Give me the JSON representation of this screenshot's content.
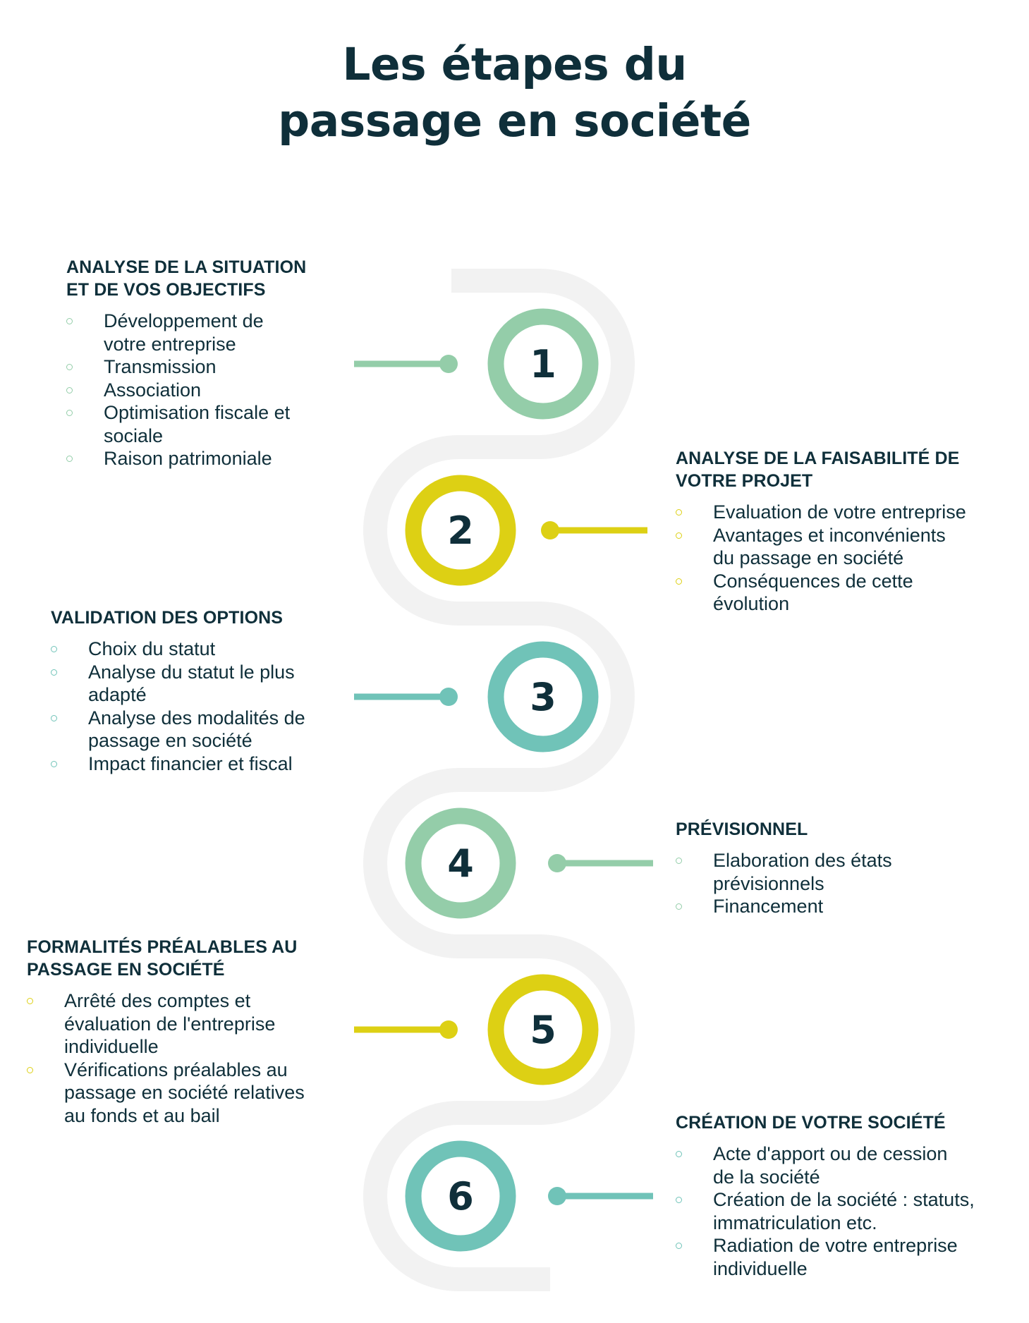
{
  "title_lines": [
    "Les étapes du",
    "passage en société"
  ],
  "colors": {
    "dark": "#0f2f3a",
    "green": "#94cda9",
    "yellow": "#ddd014",
    "teal": "#70c3b8",
    "track": "#f2f2f2"
  },
  "steps": [
    {
      "number": "1",
      "color": "#94cda9",
      "title": [
        "ANALYSE DE LA SITUATION",
        "ET DE VOS OBJECTIFS"
      ],
      "items": [
        [
          "Développement de",
          "votre entreprise"
        ],
        [
          "Transmission"
        ],
        [
          "Association"
        ],
        [
          "Optimisation fiscale et",
          "sociale"
        ],
        [
          "Raison patrimoniale"
        ]
      ]
    },
    {
      "number": "2",
      "color": "#ddd014",
      "title": [
        "ANALYSE DE LA FAISABILITÉ DE",
        "VOTRE PROJET"
      ],
      "items": [
        [
          "Evaluation de votre entreprise"
        ],
        [
          "Avantages et inconvénients",
          "du passage en société"
        ],
        [
          "Conséquences de cette",
          "évolution"
        ]
      ]
    },
    {
      "number": "3",
      "color": "#70c3b8",
      "title": [
        "VALIDATION DES OPTIONS"
      ],
      "items": [
        [
          "Choix du statut"
        ],
        [
          "Analyse du statut le plus",
          "adapté"
        ],
        [
          "Analyse des modalités de",
          "passage en société"
        ],
        [
          "Impact financier et fiscal"
        ]
      ]
    },
    {
      "number": "4",
      "color": "#94cda9",
      "title": [
        "PRÉVISIONNEL"
      ],
      "items": [
        [
          "Elaboration des états",
          "prévisionnels"
        ],
        [
          "Financement"
        ]
      ]
    },
    {
      "number": "5",
      "color": "#ddd014",
      "title": [
        "FORMALITÉS PRÉALABLES AU",
        "PASSAGE EN SOCIÉTÉ"
      ],
      "items": [
        [
          "Arrêté des comptes et",
          "évaluation de l'entreprise",
          "individuelle"
        ],
        [
          "Vérifications préalables au",
          "passage en société relatives",
          "au fonds et au bail"
        ]
      ]
    },
    {
      "number": "6",
      "color": "#70c3b8",
      "title": [
        "CRÉATION DE VOTRE SOCIÉTÉ"
      ],
      "items": [
        [
          "Acte d'apport ou de cession",
          "de la société"
        ],
        [
          "Création de la société : statuts,",
          "immatriculation etc."
        ],
        [
          "Radiation de votre entreprise",
          "individuelle"
        ]
      ]
    }
  ]
}
